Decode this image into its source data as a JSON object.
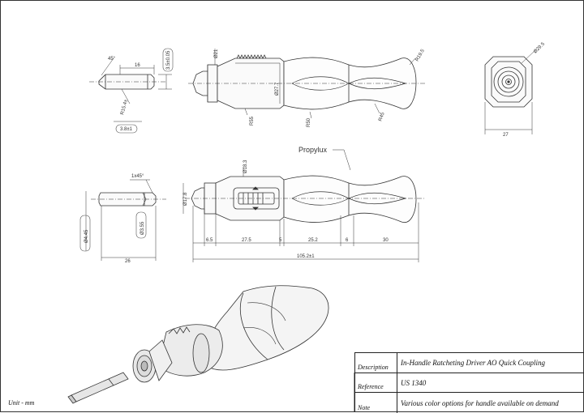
{
  "unit": "Unit - mm",
  "title_block": {
    "description_label": "Description",
    "description_value": "In-Handle Ratcheting Driver AO Quick Coupling",
    "reference_label": "Reference",
    "reference_value": "US 1340",
    "note_label": "Note",
    "note_value": "Various color options for handle available on demand"
  },
  "callouts": {
    "material": "Propylux"
  },
  "bit_top": {
    "angle": "45°",
    "length": "16",
    "dia_tol": "3.5±0.05",
    "radius": "R15.4±",
    "dia2": "3.8±1"
  },
  "side_view": {
    "dia21": "Ø21",
    "dia277": "Ø27.7",
    "r195": "R19.5",
    "r55": "R55",
    "r50": "R50",
    "r45": "R45"
  },
  "end_view": {
    "dia": "Ø29.5",
    "width": "27"
  },
  "bit_bottom": {
    "chamfer": "1x45°",
    "dia_a": "Ø4.45",
    "dia_b": "Ø3.55",
    "length": "26"
  },
  "front_view": {
    "dia178": "Ø17.8",
    "dia183": "Ø18.3",
    "segments": [
      "6.5",
      "27.5",
      "5",
      "25.2",
      "6",
      "30"
    ],
    "overall": "105.2±1"
  }
}
